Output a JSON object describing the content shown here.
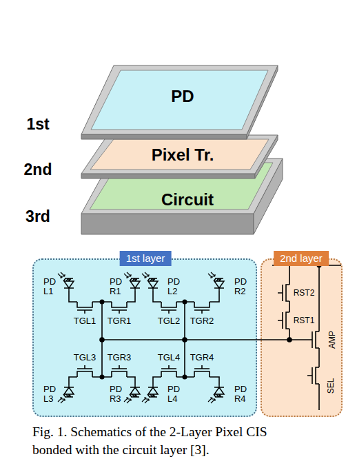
{
  "diagram": {
    "caption": "Fig. 1. Schematics of the 2-Layer Pixel CIS bonded with the circuit layer [3].",
    "nodes": [
      {
        "text": [
          "PD"
        ]
      },
      {
        "text": [
          "Pixel Tr."
        ]
      },
      {
        "text": [
          "Circuit"
        ]
      },
      {
        "text": [
          "1st layer"
        ]
      },
      {
        "text": [
          "2nd layer"
        ]
      }
    ],
    "edges": [
      {
        "from": 3,
        "to": 4,
        "arrow": "none"
      }
    ],
    "labels": [
      "1st",
      "2nd",
      "3rd",
      "PD L1",
      "PD R1",
      "PD L2",
      "PD R2",
      "TGL1",
      "TGR1",
      "TGL2",
      "TGR2",
      "TGL3",
      "TGR3",
      "TGL4",
      "TGR4",
      "PD L3",
      "PD R3",
      "PD L4",
      "PD R4",
      "RST2",
      "RST1",
      "AMP",
      "SEL"
    ]
  }
}
